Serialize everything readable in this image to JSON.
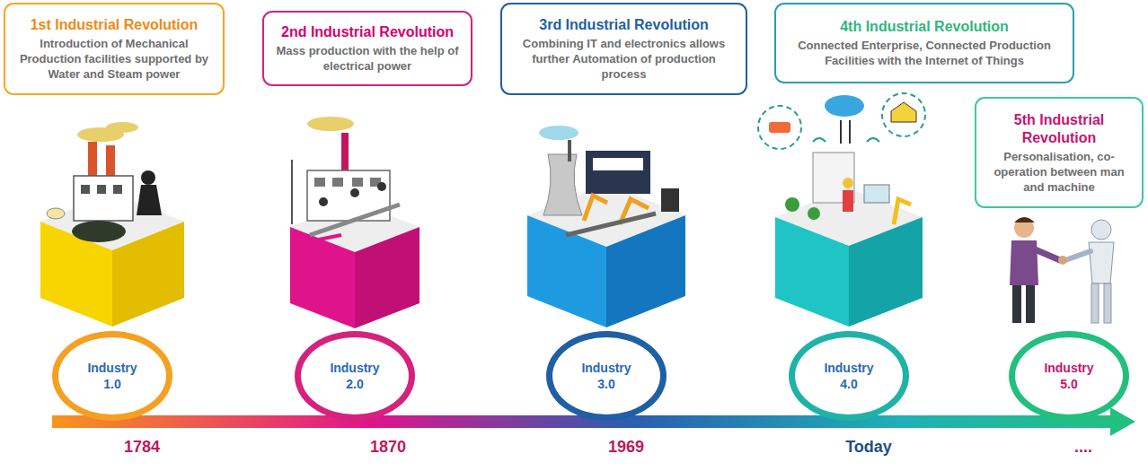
{
  "diagram": {
    "nodes": [
      {
        "text": [
          "1st Industrial Revolution",
          "Introduction of Mechanical Production facilities supported by Water and Steam power"
        ]
      },
      {
        "text": [
          "2nd Industrial Revolution",
          "Mass production with the help of electrical power"
        ]
      },
      {
        "text": [
          "3rd Industrial Revolution",
          "Combining IT and electronics allows further Automation of production process"
        ]
      },
      {
        "text": [
          "4th Industrial Revolution",
          "Connected Enterprise, Connected Production Facilities with the Internet of Things"
        ]
      },
      {
        "text": [
          "5th Industrial Revolution",
          "Personalisation, co-operation between man and machine"
        ]
      },
      {
        "text": [
          "Industry 1.0"
        ]
      },
      {
        "text": [
          "Industry 2.0"
        ]
      },
      {
        "text": [
          "Industry 3.0"
        ]
      },
      {
        "text": [
          "Industry 4.0"
        ]
      },
      {
        "text": [
          "Industry 5.0"
        ]
      }
    ],
    "labels": [
      "1784",
      "1870",
      "1969",
      "Today",
      "...."
    ]
  }
}
